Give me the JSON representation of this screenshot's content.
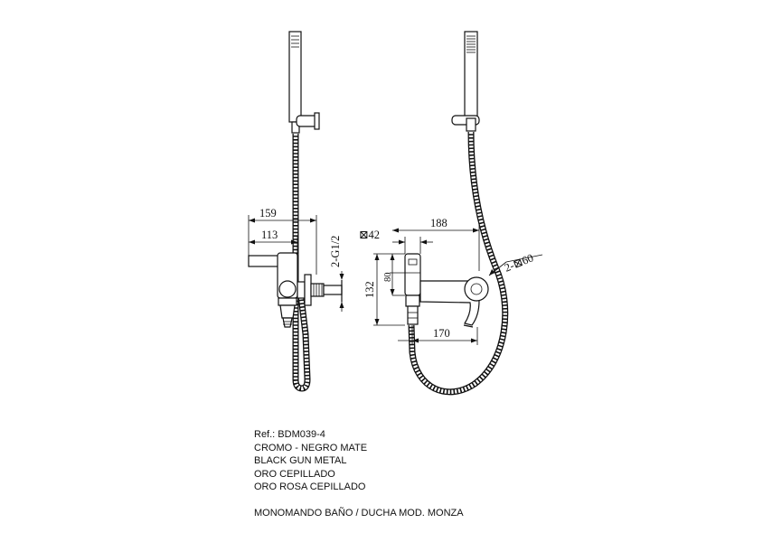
{
  "dimensions": {
    "width_159": "159",
    "width_113": "113",
    "thread_connection": "2-G1/2",
    "square_42": "⊠42",
    "width_188": "188",
    "height_132": "132",
    "height_80": "80",
    "spout_170": "170",
    "square_60": "2-⊠60"
  },
  "caption": {
    "reference": "Ref.: BDM039-4",
    "finishes": [
      "CROMO - NEGRO MATE",
      "BLACK GUN METAL",
      "ORO CEPILLADO",
      "ORO ROSA CEPILLADO"
    ],
    "model": "MONOMANDO BAÑO / DUCHA MOD. MONZA"
  }
}
